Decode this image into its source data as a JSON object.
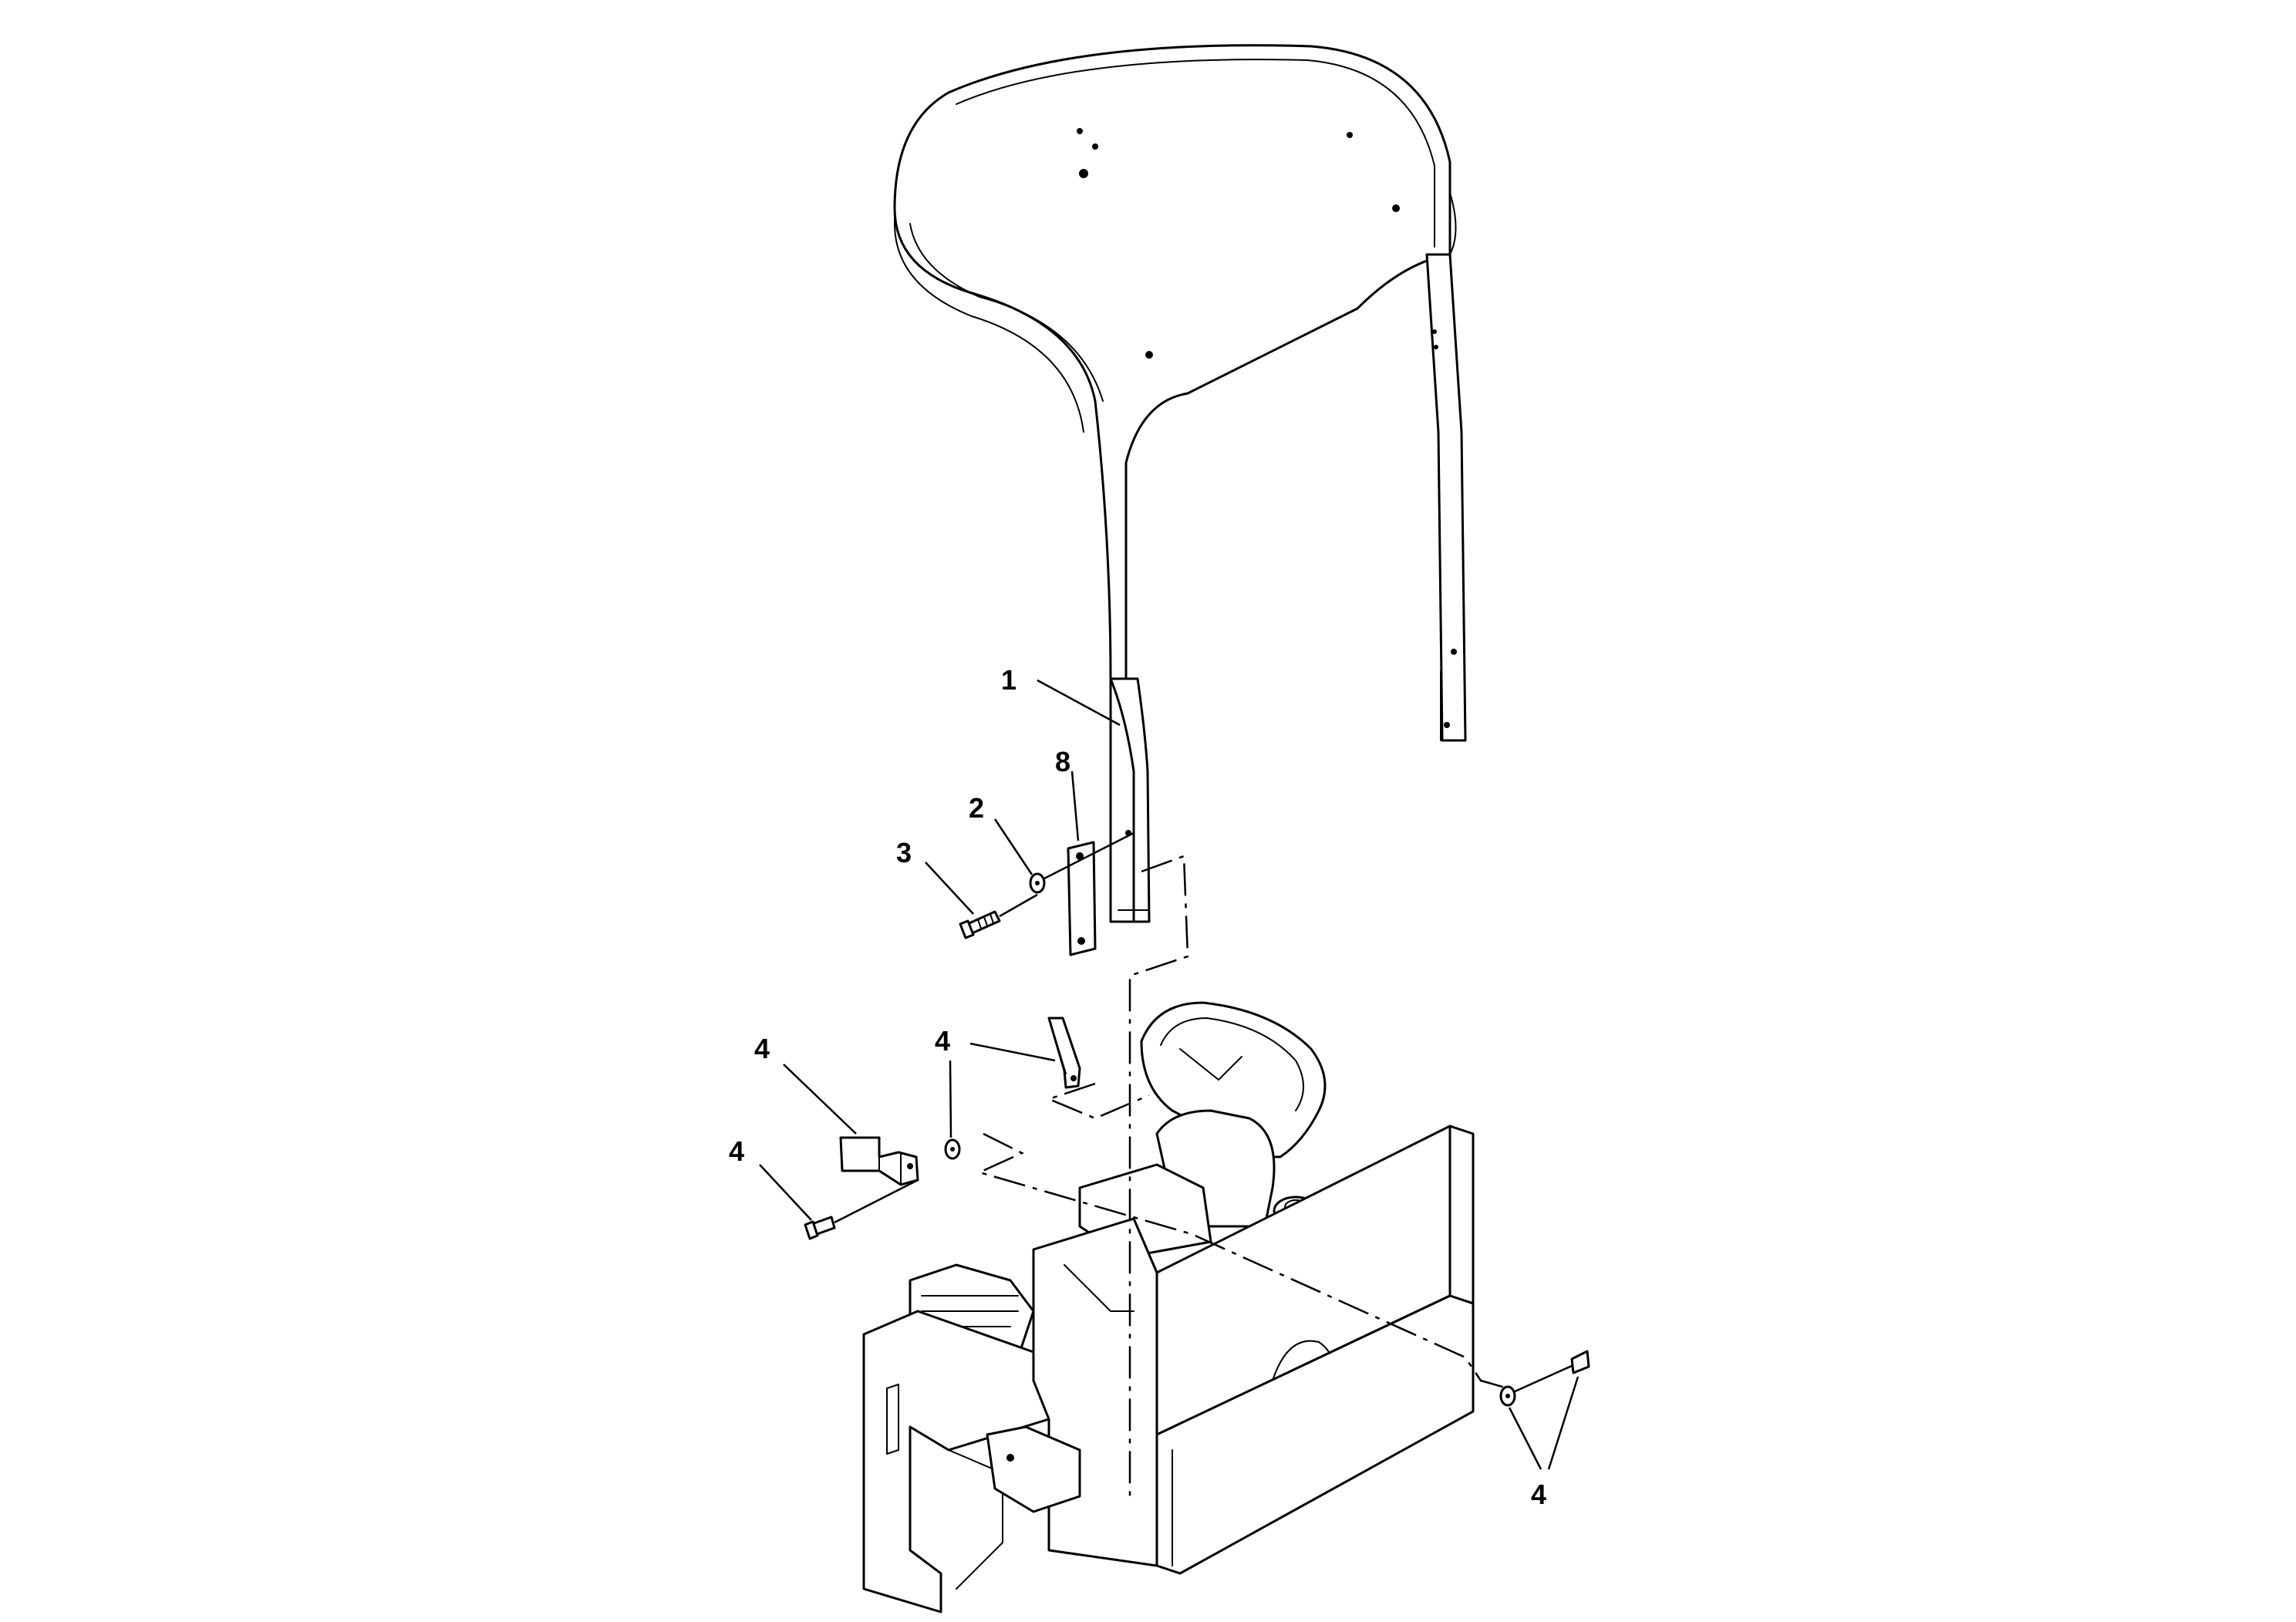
{
  "callouts": [
    {
      "id": "rops-frame",
      "label": "1"
    },
    {
      "id": "washer",
      "label": "2"
    },
    {
      "id": "bolt",
      "label": "3"
    },
    {
      "id": "bracket-upper",
      "label": "4"
    },
    {
      "id": "bracket-left",
      "label": "4"
    },
    {
      "id": "washer-left",
      "label": "4"
    },
    {
      "id": "hardware-right",
      "label": "4"
    },
    {
      "id": "plate",
      "label": "8"
    }
  ]
}
